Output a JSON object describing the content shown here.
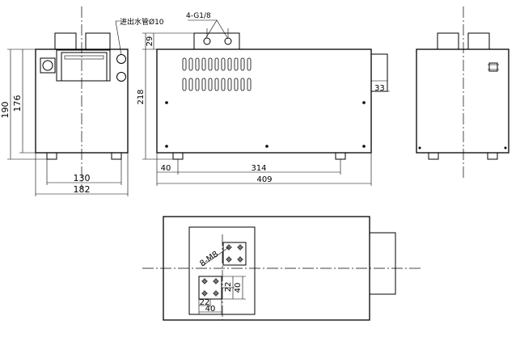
{
  "labels": {
    "inlet_outlet_pipe": "进出水管Ø10",
    "thread_spec": "4-G1/8",
    "bolt_spec": "8-M8"
  },
  "dimensions": {
    "front_total_height": "190",
    "front_body_height": "176",
    "front_feet_span": "130",
    "front_width": "182",
    "side_height": "218",
    "side_top_offset": "29",
    "side_front_offset": "40",
    "side_feet_span": "314",
    "side_length": "409",
    "side_protrusion": "33",
    "plan_grid_h": "22",
    "plan_grid_h2": "40",
    "plan_grid_w": "22",
    "plan_grid_w2": "40"
  },
  "colors": {
    "line": "#000000",
    "background": "#ffffff"
  }
}
